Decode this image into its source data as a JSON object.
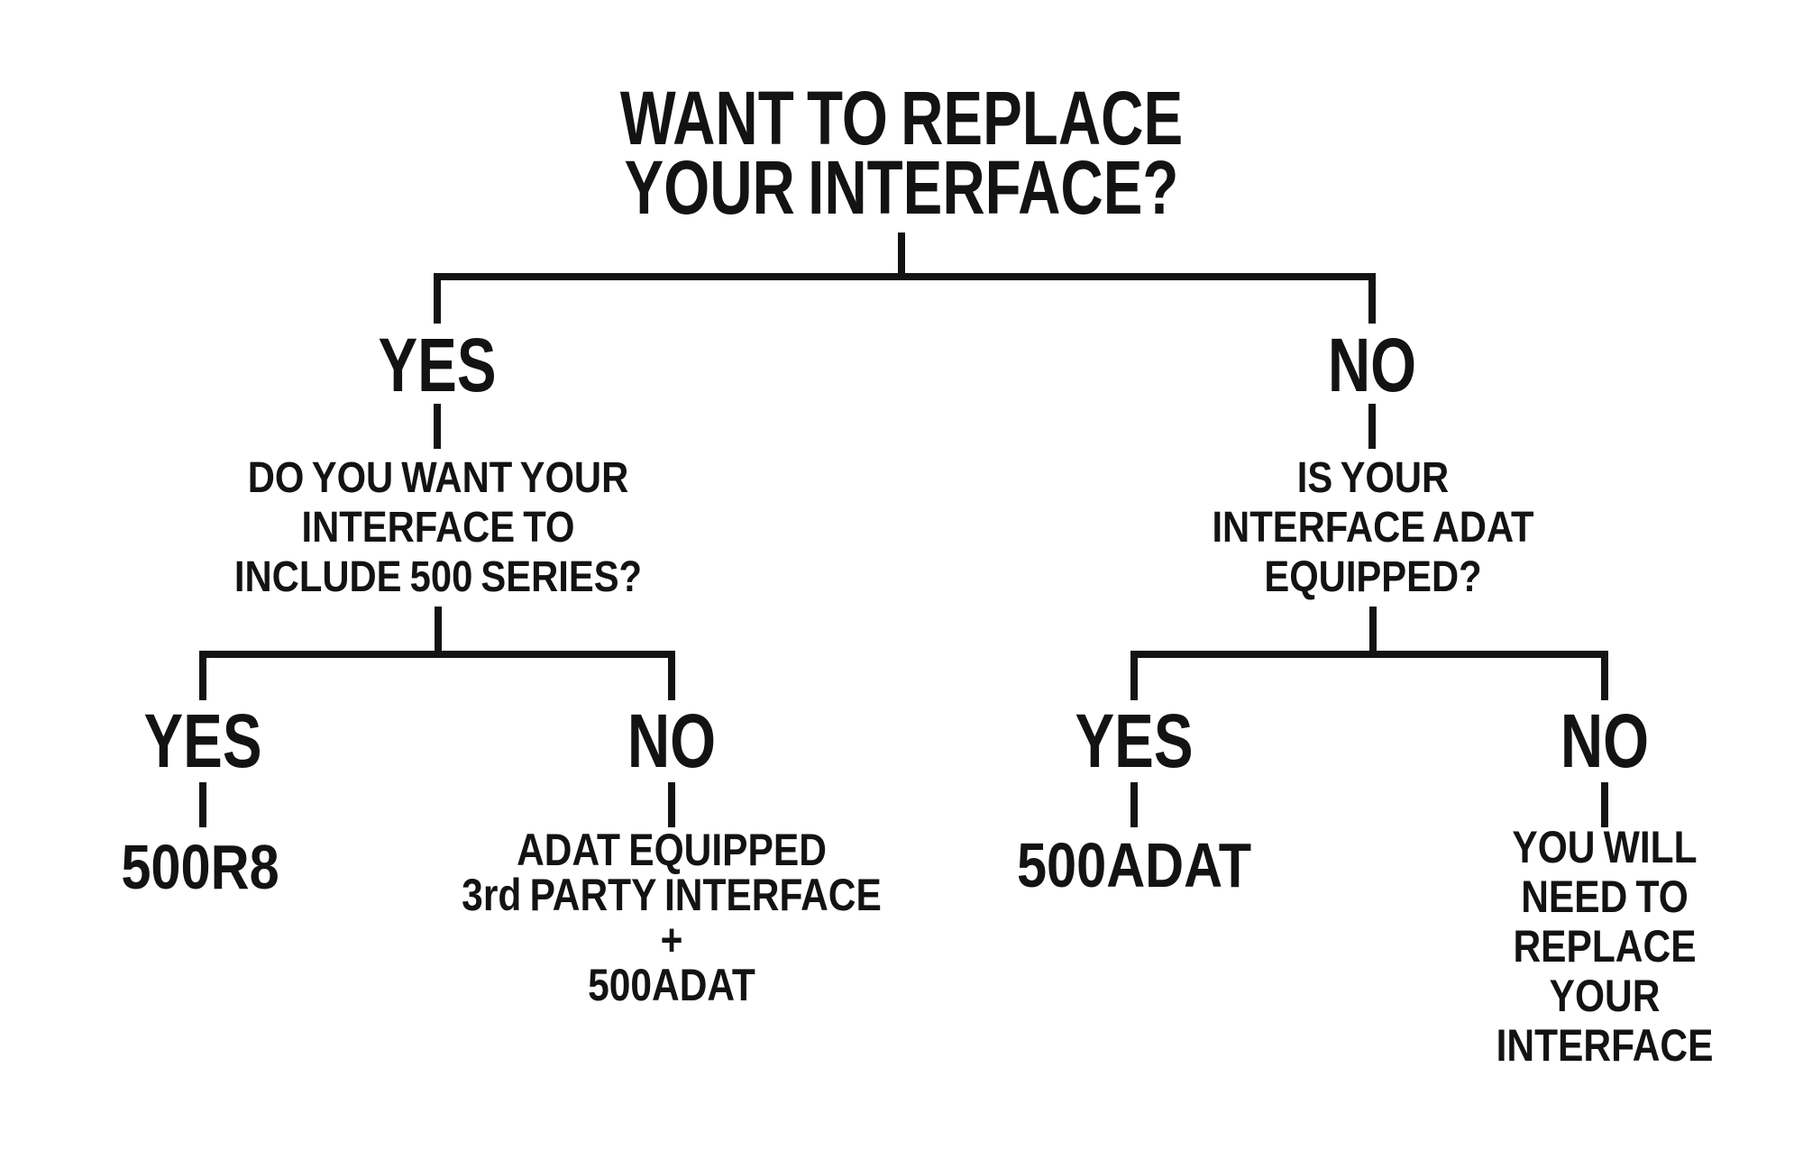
{
  "canvas": {
    "background_color": "#ffffff",
    "line_color": "#131313",
    "text_color": "#131313"
  },
  "tree": {
    "root": {
      "question": "WANT TO REPLACE\nYOUR INTERFACE?"
    },
    "yes_branch": {
      "label": "YES",
      "question": "DO YOU WANT YOUR\nINTERFACE TO\nINCLUDE 500 SERIES?",
      "yes": {
        "label": "YES",
        "result": "500R8"
      },
      "no": {
        "label": "NO",
        "result": "ADAT EQUIPPED\n3rd PARTY INTERFACE\n+\n500ADAT"
      }
    },
    "no_branch": {
      "label": "NO",
      "question": "IS YOUR\nINTERFACE ADAT\nEQUIPPED?",
      "yes": {
        "label": "YES",
        "result": "500ADAT"
      },
      "no": {
        "label": "NO",
        "result": "YOU WILL NEED TO\nREPLACE YOUR\nINTERFACE"
      }
    }
  }
}
